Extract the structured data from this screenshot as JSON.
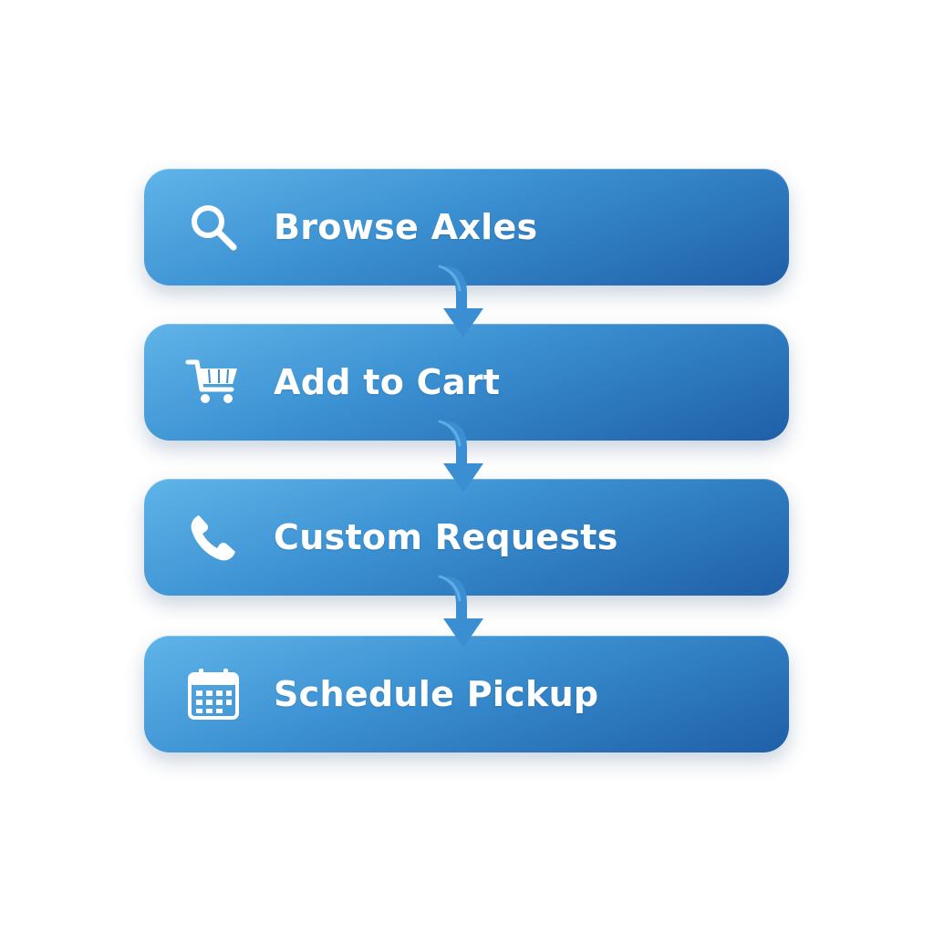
{
  "colors": {
    "background": "#ffffff",
    "step_gradient_start": "#5fb4e8",
    "step_gradient_mid": "#3a8fd1",
    "step_gradient_end": "#1f5fa8",
    "text": "#ffffff",
    "arrow": "#3b8ed2"
  },
  "steps": [
    {
      "label": "Browse Axles",
      "icon": "search-icon"
    },
    {
      "label": "Add to Cart",
      "icon": "shopping-cart-icon"
    },
    {
      "label": "Custom Requests",
      "icon": "phone-icon"
    },
    {
      "label": "Schedule Pickup",
      "icon": "calendar-icon"
    }
  ]
}
